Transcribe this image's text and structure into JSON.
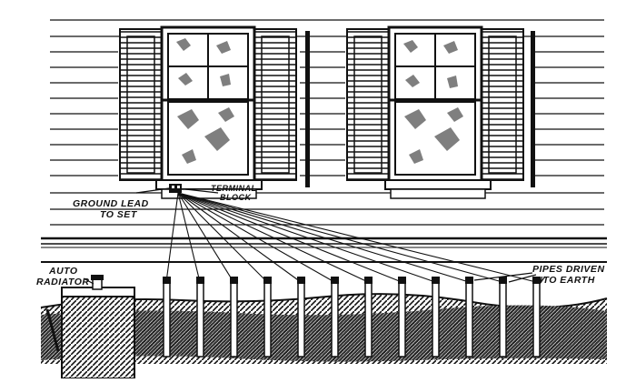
{
  "labels": {
    "ground_lead": [
      "GROUND LEAD",
      "TO SET"
    ],
    "terminal_block": [
      "TERMINAL",
      "BLOCK"
    ],
    "auto_radiator": [
      "AUTO",
      "RADIATOR"
    ],
    "pipes": [
      "PIPES DRIVEN",
      "INTO EARTH"
    ]
  },
  "colors": {
    "ink": "#111111",
    "paper": "#ffffff"
  },
  "pipe_count": 12
}
